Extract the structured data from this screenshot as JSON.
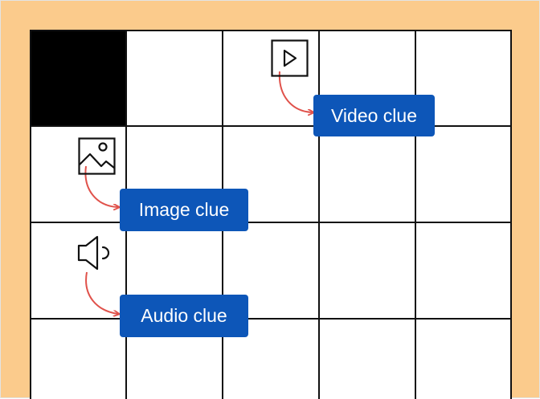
{
  "crossword": {
    "rows": 4,
    "cols": 5,
    "black_cells": [
      [
        0,
        0
      ]
    ]
  },
  "clues": {
    "video_label": "Video clue",
    "image_label": "Image clue",
    "audio_label": "Audio clue"
  },
  "icons": {
    "video": "play-icon",
    "image": "image-icon",
    "audio": "speaker-icon"
  },
  "colors": {
    "background": "#fbcb8c",
    "label_fill": "#0d56b8",
    "label_text": "#ffffff",
    "arrow": "#e0524b",
    "grid_line": "#111111"
  }
}
